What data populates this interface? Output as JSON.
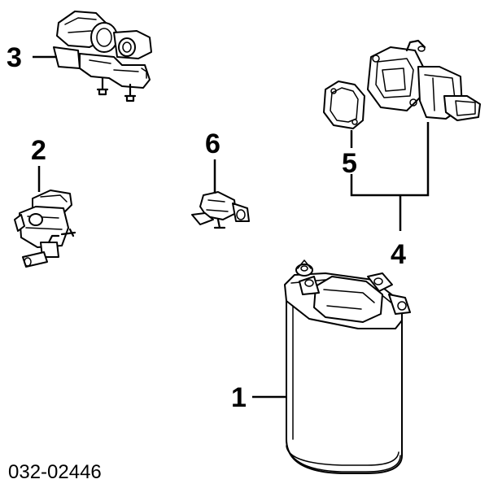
{
  "diagram_id": "032-02446",
  "callouts": {
    "c1": "1",
    "c2": "2",
    "c3": "3",
    "c4": "4",
    "c5": "5",
    "c6": "6"
  }
}
